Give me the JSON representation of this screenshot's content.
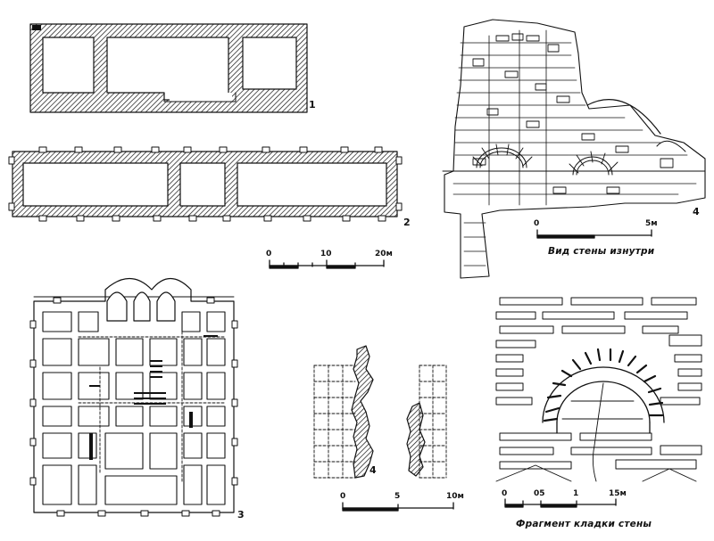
{
  "figures": {
    "plan1": {
      "label": "1"
    },
    "plan2": {
      "label": "2"
    },
    "plan3": {
      "label": "3"
    },
    "wall_section": {
      "label": "4"
    },
    "wall_view": {
      "label": "4",
      "caption": "Вид стены изнутри"
    },
    "masonry": {
      "caption": "Фрагмент кладки стены"
    }
  },
  "scales": {
    "plans": {
      "ticks": [
        "0",
        "10",
        "20м"
      ]
    },
    "wall_view": {
      "ticks": [
        "0",
        "5м"
      ]
    },
    "section": {
      "ticks": [
        "0",
        "5",
        "10м"
      ]
    },
    "masonry": {
      "ticks": [
        "0",
        "05",
        "1",
        "15м"
      ]
    }
  }
}
